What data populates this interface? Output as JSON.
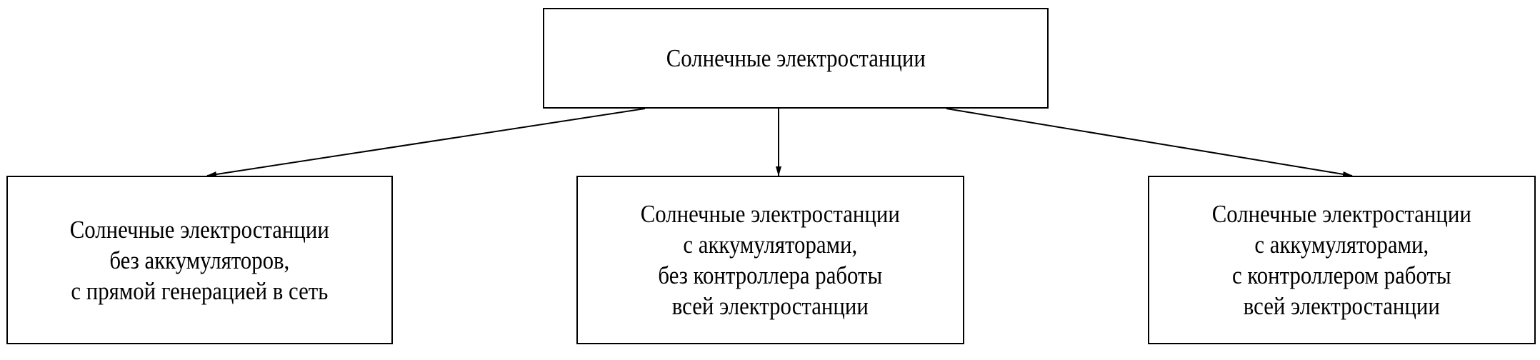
{
  "root": {
    "label": "Солнечные электростанции"
  },
  "children": [
    {
      "lines": [
        "Солнечные электростанции",
        "без аккумуляторов,",
        "с прямой генерацией в сеть"
      ]
    },
    {
      "lines": [
        "Солнечные электростанции",
        "с аккумуляторами,",
        "без контроллера работы",
        "всей электростанции"
      ]
    },
    {
      "lines": [
        "Солнечные электростанции",
        "с аккумуляторами,",
        "с контроллером работы",
        "всей электростанции"
      ]
    }
  ]
}
